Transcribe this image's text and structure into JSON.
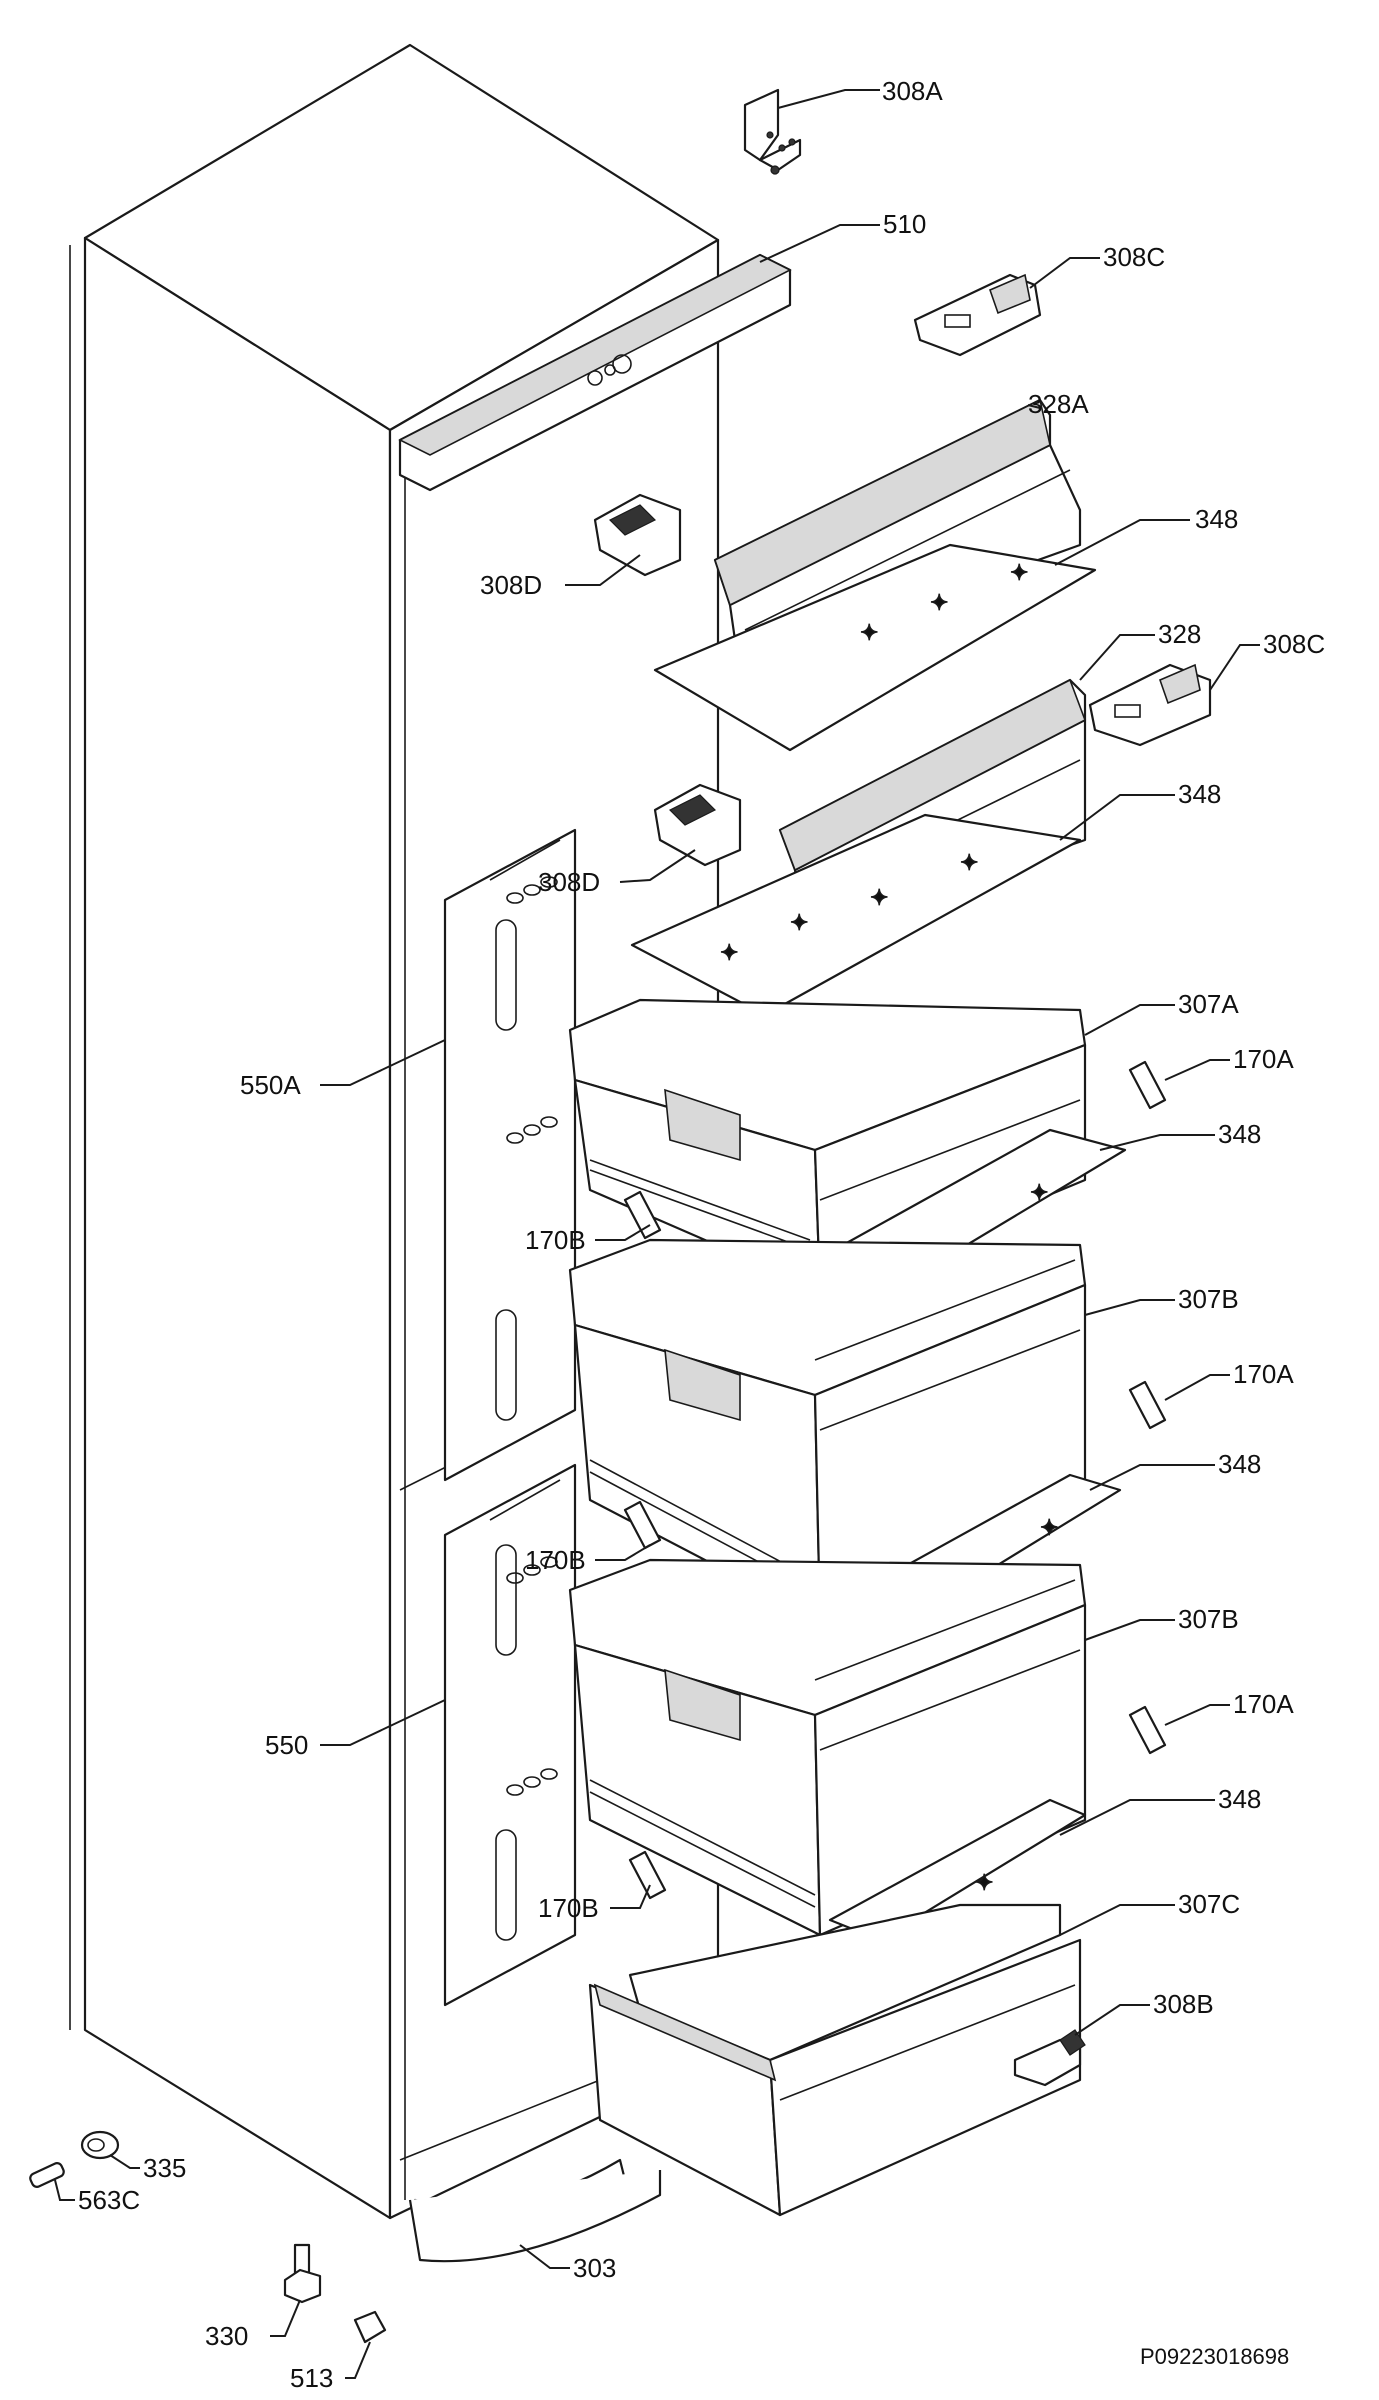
{
  "labels": {
    "l308A_top": "308A",
    "l510": "510",
    "l308C_top": "308C",
    "l328A": "328A",
    "l348_1": "348",
    "l308D_1": "308D",
    "l328": "328",
    "l308C_2": "308C",
    "l348_2": "348",
    "l308D_2": "308D",
    "l307A": "307A",
    "l170A_1": "170A",
    "l550A": "550A",
    "l348_3": "348",
    "l170B_1": "170B",
    "l307B_1": "307B",
    "l170A_2": "170A",
    "l348_4": "348",
    "l170B_2": "170B",
    "l307B_2": "307B",
    "l550": "550",
    "l170A_3": "170A",
    "l348_5": "348",
    "l170B_3": "170B",
    "l307C": "307C",
    "l308B": "308B",
    "l335": "335",
    "l563C": "563C",
    "l303": "303",
    "l330": "330",
    "l513": "513"
  },
  "reference_code": "P09223018698"
}
